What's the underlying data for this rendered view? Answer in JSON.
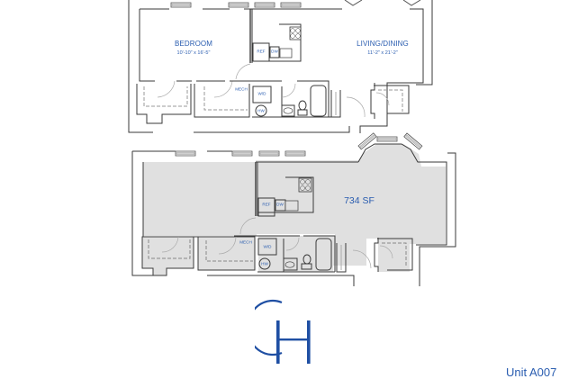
{
  "upper_plan": {
    "rooms": [
      {
        "name": "BEDROOM",
        "dimensions": "10'-10\" x 16'-5\""
      },
      {
        "name": "LIVING/DINING",
        "dimensions": "11'-2\" x 21'-2\""
      }
    ],
    "fixtures": {
      "ref": "REF",
      "dw": "DW",
      "mech": "MECH",
      "wd": "W/D",
      "hw": "HW"
    }
  },
  "lower_plan": {
    "area": "734 SF",
    "fixtures": {
      "ref": "REF",
      "dw": "DW",
      "mech": "MECH",
      "wd": "W/D",
      "hw": "HW"
    }
  },
  "logo": {
    "text": "CH",
    "color": "#1f4fa3"
  },
  "unit_label": "Unit A007",
  "colors": {
    "label_blue": "#2a5db0",
    "wall": "#3a3a3a",
    "fill_gray": "#e0e0e0"
  }
}
